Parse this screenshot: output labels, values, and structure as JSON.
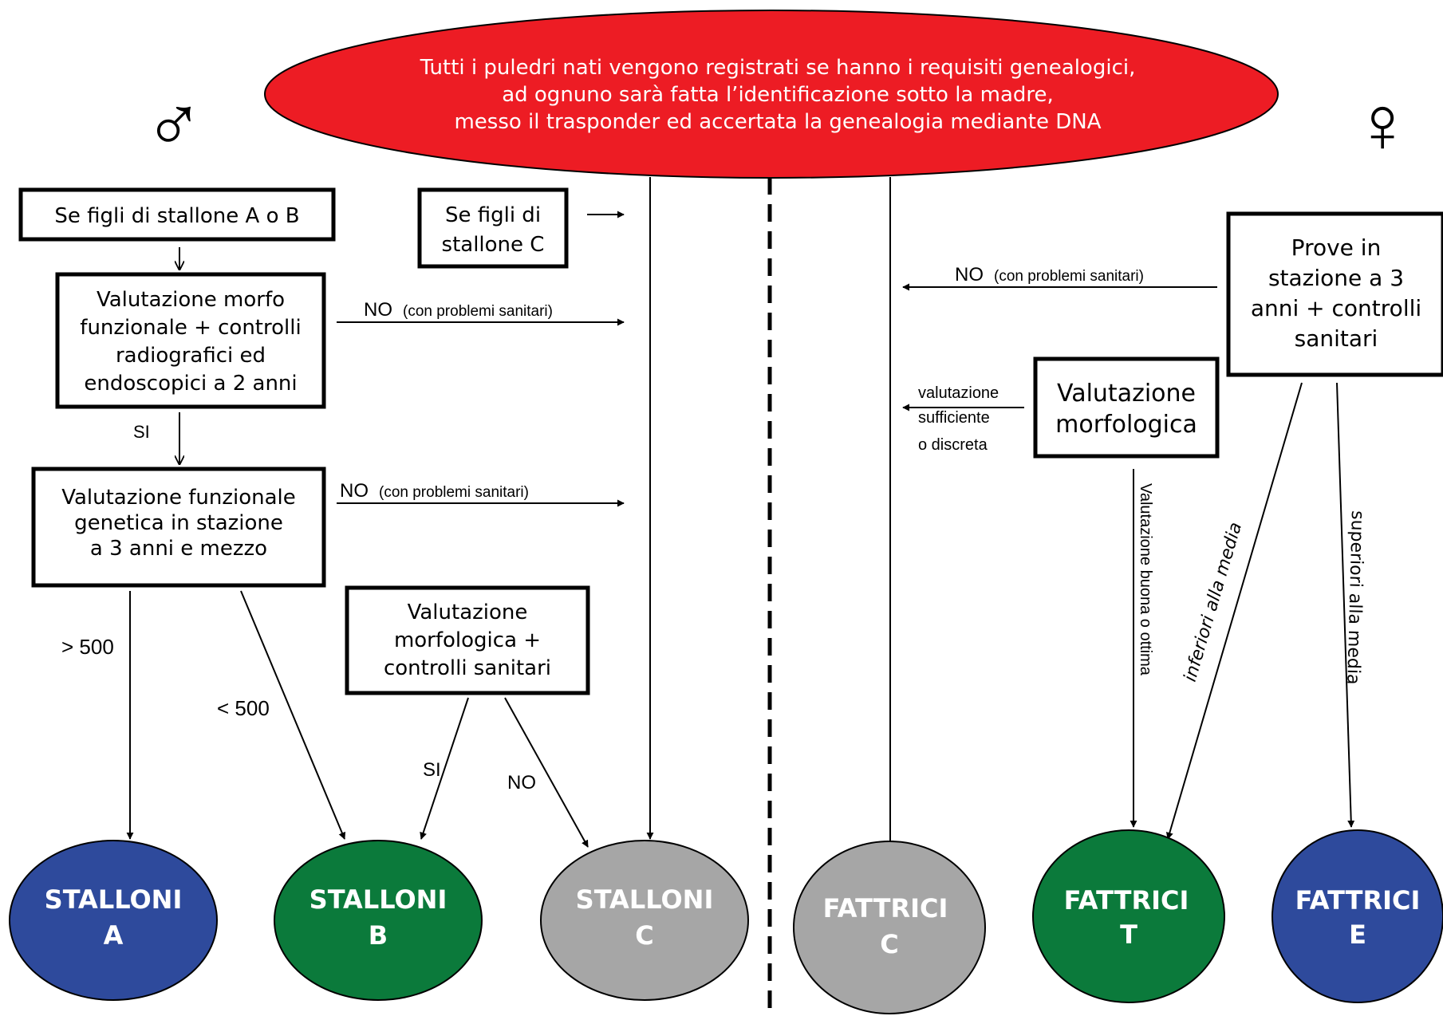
{
  "colors": {
    "red": "#ed1c24",
    "blue": "#2e4a9c",
    "green": "#0b7a3b",
    "grey": "#a6a6a6",
    "white": "#ffffff",
    "black": "#000000"
  },
  "symbols": {
    "male": "♂",
    "female": "♀"
  },
  "top_ellipse": {
    "line1": "Tutti i puledri nati vengono registrati se hanno i requisiti genealogici,",
    "line2": "ad ognuno sarà fatta l’identificazione sotto la madre,",
    "line3": "messo il trasponder ed accertata la genealogia mediante DNA"
  },
  "boxes": {
    "figli_ab": {
      "line1": "Se figli di stallone A o B"
    },
    "figli_c": {
      "line1": "Se figli di",
      "line2": "stallone C"
    },
    "morfo_funz": {
      "line1": "Valutazione morfo",
      "line2": "funzionale + controlli",
      "line3": "radiografici ed",
      "line4": "endoscopici a 2 anni"
    },
    "funz_gen": {
      "line1": "Valutazione funzionale",
      "line2": "genetica in stazione",
      "line3": "a 3 anni e mezzo"
    },
    "morfo_san": {
      "line1": "Valutazione",
      "line2": "morfologica +",
      "line3": "controlli  sanitari"
    },
    "prove": {
      "line1": "Prove in",
      "line2": "stazione a 3",
      "line3": "anni + controlli",
      "line4": "sanitari"
    },
    "morfologica": {
      "line1": "Valutazione",
      "line2": "morfologica"
    }
  },
  "labels": {
    "no": "NO",
    "si": "SI",
    "problemi": "(con problemi sanitari)",
    "gt500": "> 500",
    "lt500": "< 500",
    "val_suff_1": "valutazione",
    "val_suff_2": "sufficiente",
    "val_suff_3": "o discreta",
    "val_buona": "Valutazione buona  o ottima",
    "inferiori": "inferiori alla media",
    "superiori": "superiori alla media"
  },
  "ovals": {
    "stalloni_a": {
      "line1": "STALLONI",
      "line2": "A"
    },
    "stalloni_b": {
      "line1": "STALLONI",
      "line2": "B"
    },
    "stalloni_c": {
      "line1": "STALLONI",
      "line2": "C"
    },
    "fattrici_c": {
      "line1": "FATTRICI",
      "line2": "C"
    },
    "fattrici_t": {
      "line1": "FATTRICI",
      "line2": "T"
    },
    "fattrici_e": {
      "line1": "FATTRICI",
      "line2": "E"
    }
  }
}
